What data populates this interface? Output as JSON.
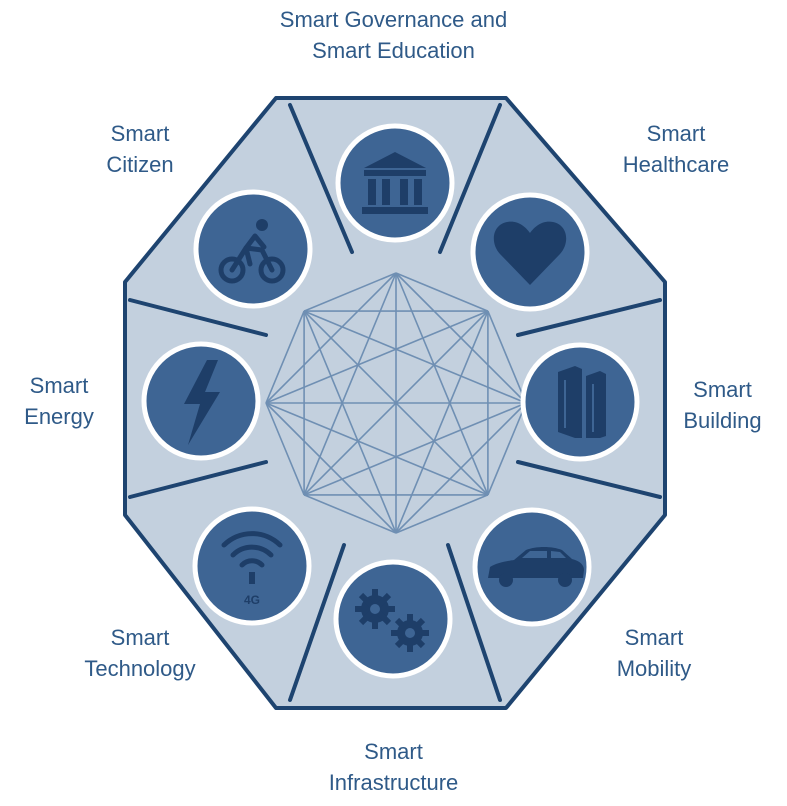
{
  "colors": {
    "outline": "#1e4470",
    "panel_fill": "#c3d0de",
    "circle_fill": "#3e6594",
    "circle_ring": "#ffffff",
    "network_line": "#6f8fb3",
    "label_text": "#2f5a88"
  },
  "segments": [
    {
      "id": "governance",
      "icon": "bank-icon",
      "lines": [
        "Smart Governance and",
        "Smart Education"
      ]
    },
    {
      "id": "healthcare",
      "icon": "heart-icon",
      "lines": [
        "Smart",
        "Healthcare"
      ]
    },
    {
      "id": "building",
      "icon": "building-icon",
      "lines": [
        "Smart",
        "Building"
      ]
    },
    {
      "id": "mobility",
      "icon": "car-icon",
      "lines": [
        "Smart",
        "Mobility"
      ]
    },
    {
      "id": "infrastructure",
      "icon": "gears-icon",
      "lines": [
        "Smart",
        "Infrastructure"
      ]
    },
    {
      "id": "technology",
      "icon": "wifi-4g-icon",
      "icon_text": "4G",
      "lines": [
        "Smart",
        "Technology"
      ]
    },
    {
      "id": "energy",
      "icon": "lightning-bolt-icon",
      "lines": [
        "Smart",
        "Energy"
      ]
    },
    {
      "id": "citizen",
      "icon": "bicycle-rider-icon",
      "lines": [
        "Smart",
        "Citizen"
      ]
    }
  ]
}
